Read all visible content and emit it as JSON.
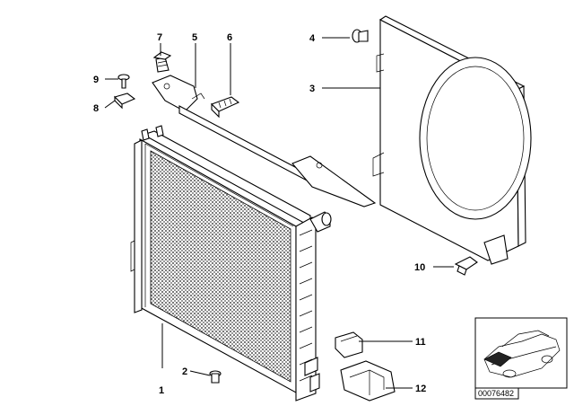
{
  "diagram": {
    "callouts": [
      {
        "id": "c1",
        "number": "1"
      },
      {
        "id": "c2",
        "number": "2"
      },
      {
        "id": "c3",
        "number": "3"
      },
      {
        "id": "c4",
        "number": "4"
      },
      {
        "id": "c5",
        "number": "5"
      },
      {
        "id": "c6",
        "number": "6"
      },
      {
        "id": "c7",
        "number": "7"
      },
      {
        "id": "c8",
        "number": "8"
      },
      {
        "id": "c9",
        "number": "9"
      },
      {
        "id": "c10",
        "number": "10"
      },
      {
        "id": "c11",
        "number": "11"
      },
      {
        "id": "c12",
        "number": "12"
      }
    ],
    "reference_number": "00076482"
  }
}
